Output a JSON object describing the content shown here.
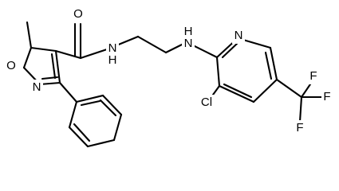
{
  "molecule": {
    "atom_labels": {
      "amide_oxygen": "O",
      "amide_nh": "N",
      "amide_h": "H",
      "amine_nh": "N",
      "amine_h": "H",
      "isoxazole_oxygen": "O",
      "isoxazole_nitrogen": "N",
      "pyridine_nitrogen": "N",
      "chlorine": "Cl",
      "fluorine_top": "F",
      "fluorine_right": "F",
      "fluorine_bottom": "F"
    }
  }
}
